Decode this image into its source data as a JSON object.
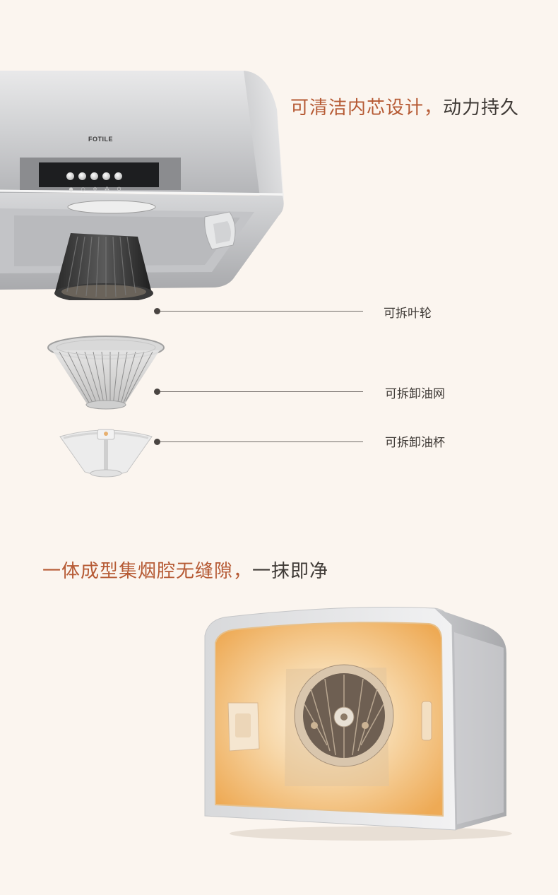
{
  "section1": {
    "headline_accent": "可清洁内芯设计，",
    "headline_dark": "动力持久",
    "hood": {
      "brand": "FOTILE",
      "control_icons": [
        "●",
        "○",
        "✣",
        "⁂",
        "⏻"
      ]
    },
    "callouts": [
      {
        "label": "可拆叶轮"
      },
      {
        "label": "可拆卸油网"
      },
      {
        "label": "可拆卸油杯"
      }
    ]
  },
  "section2": {
    "headline_accent": "一体成型集烟腔无缝隙，",
    "headline_dark": "一抹即净"
  },
  "colors": {
    "background": "#fbf5ef",
    "accent": "#b65a34",
    "text_dark": "#3f3a36",
    "glow": "#f0b870"
  }
}
